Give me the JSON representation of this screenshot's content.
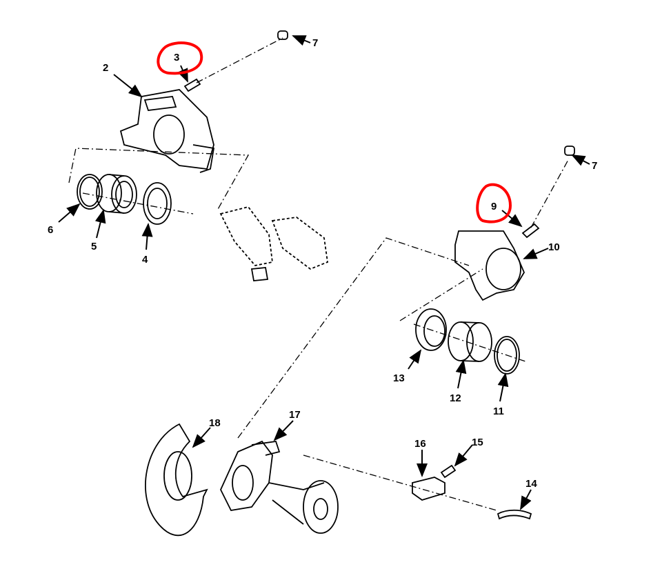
{
  "diagram": {
    "labels": {
      "l7a": "7",
      "l3": "3",
      "l2": "2",
      "l6": "6",
      "l5": "5",
      "l4": "4",
      "l7b": "7",
      "l9": "9",
      "l10": "10",
      "l13": "13",
      "l12": "12",
      "l11": "11",
      "l18": "18",
      "l17": "17",
      "l16": "16",
      "l15": "15",
      "l14": "14"
    },
    "highlighted": [
      "3",
      "9"
    ],
    "highlight_color": "#ff0000"
  }
}
